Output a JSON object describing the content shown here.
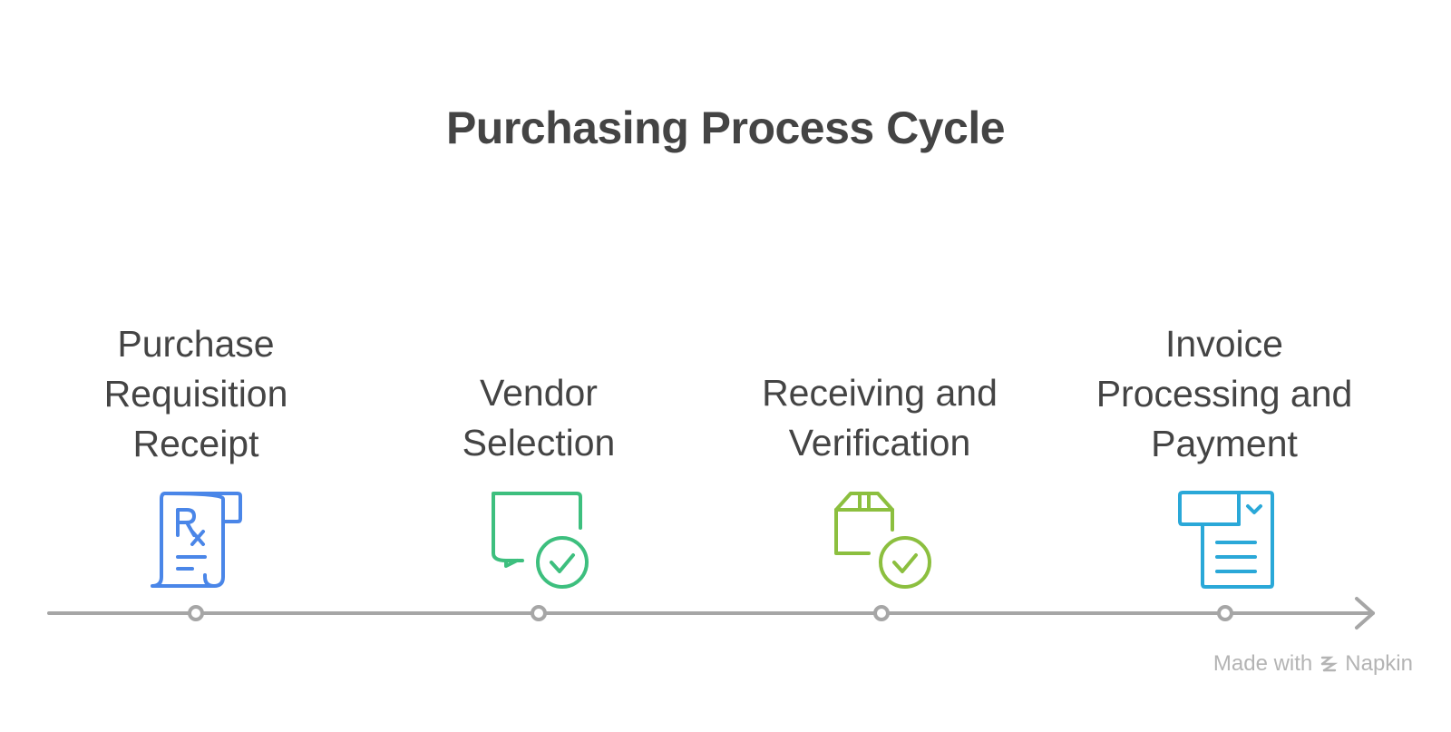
{
  "title": "Purchasing Process Cycle",
  "steps": [
    {
      "lines": [
        "Purchase",
        "Requisition",
        "Receipt"
      ],
      "icon": "prescription-icon",
      "color": "#4a86e8"
    },
    {
      "lines": [
        "Vendor",
        "Selection"
      ],
      "icon": "chat-check-icon",
      "color": "#3dbf7e"
    },
    {
      "lines": [
        "Receiving and",
        "Verification"
      ],
      "icon": "box-check-icon",
      "color": "#8cbf3f"
    },
    {
      "lines": [
        "Invoice",
        "Processing and",
        "Payment"
      ],
      "icon": "invoice-icon",
      "color": "#2aa8d8"
    }
  ],
  "colors": {
    "text": "#444444",
    "axis": "#a6a6a6",
    "watermark": "#b4b4b4"
  },
  "watermark": {
    "prefix": "Made with",
    "brand": "Napkin"
  }
}
